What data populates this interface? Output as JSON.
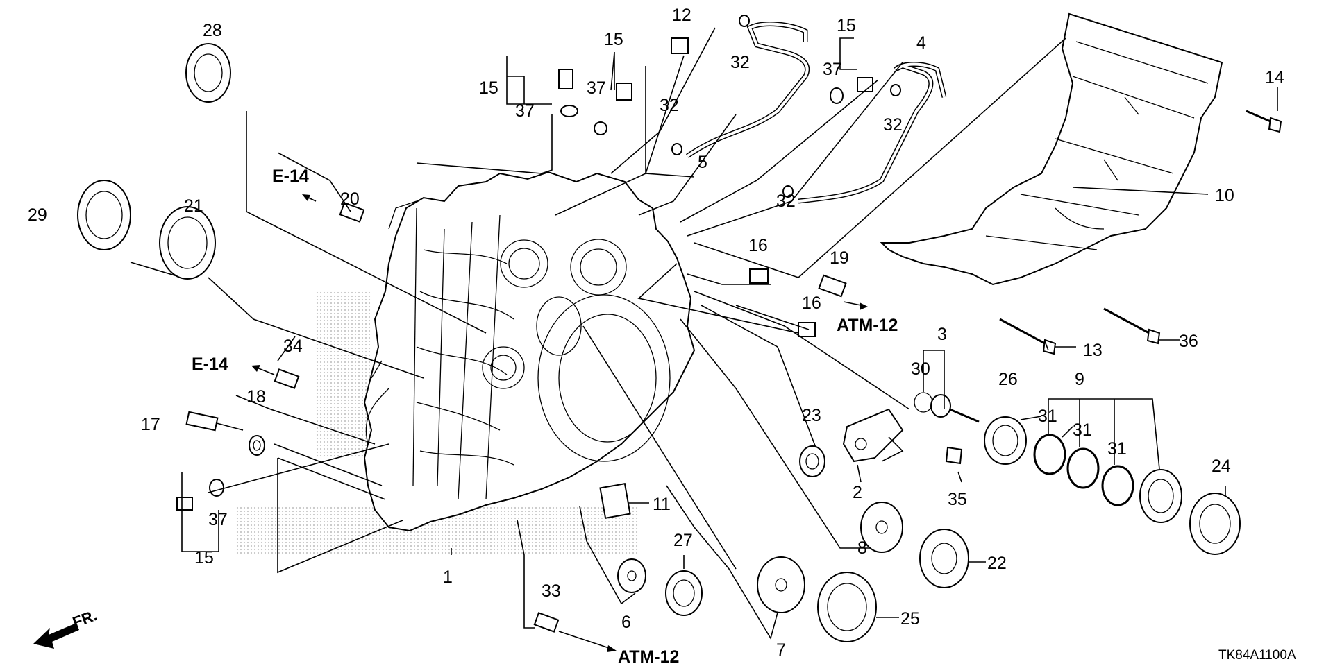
{
  "diagram_code": "TK84A1100A",
  "front_label": "FR.",
  "references": {
    "e14_top": "E-14",
    "e14_mid": "E-14",
    "atm12_right": "ATM-12",
    "atm12_bottom": "ATM-12"
  },
  "callouts": [
    {
      "id": "c1",
      "text": "1"
    },
    {
      "id": "c2",
      "text": "2"
    },
    {
      "id": "c3",
      "text": "3"
    },
    {
      "id": "c4",
      "text": "4"
    },
    {
      "id": "c5",
      "text": "5"
    },
    {
      "id": "c6",
      "text": "6"
    },
    {
      "id": "c7",
      "text": "7"
    },
    {
      "id": "c8",
      "text": "8"
    },
    {
      "id": "c9",
      "text": "9"
    },
    {
      "id": "c10",
      "text": "10"
    },
    {
      "id": "c11",
      "text": "11"
    },
    {
      "id": "c12",
      "text": "12"
    },
    {
      "id": "c13",
      "text": "13"
    },
    {
      "id": "c14",
      "text": "14"
    },
    {
      "id": "c15a",
      "text": "15"
    },
    {
      "id": "c15b",
      "text": "15"
    },
    {
      "id": "c15c",
      "text": "15"
    },
    {
      "id": "c15d",
      "text": "15"
    },
    {
      "id": "c16a",
      "text": "16"
    },
    {
      "id": "c16b",
      "text": "16"
    },
    {
      "id": "c17",
      "text": "17"
    },
    {
      "id": "c18",
      "text": "18"
    },
    {
      "id": "c19",
      "text": "19"
    },
    {
      "id": "c20",
      "text": "20"
    },
    {
      "id": "c21",
      "text": "21"
    },
    {
      "id": "c22",
      "text": "22"
    },
    {
      "id": "c23",
      "text": "23"
    },
    {
      "id": "c24",
      "text": "24"
    },
    {
      "id": "c25",
      "text": "25"
    },
    {
      "id": "c26",
      "text": "26"
    },
    {
      "id": "c27",
      "text": "27"
    },
    {
      "id": "c28",
      "text": "28"
    },
    {
      "id": "c29",
      "text": "29"
    },
    {
      "id": "c30",
      "text": "30"
    },
    {
      "id": "c31a",
      "text": "31"
    },
    {
      "id": "c31b",
      "text": "31"
    },
    {
      "id": "c31c",
      "text": "31"
    },
    {
      "id": "c32a",
      "text": "32"
    },
    {
      "id": "c32b",
      "text": "32"
    },
    {
      "id": "c32c",
      "text": "32"
    },
    {
      "id": "c32d",
      "text": "32"
    },
    {
      "id": "c33",
      "text": "33"
    },
    {
      "id": "c34",
      "text": "34"
    },
    {
      "id": "c35",
      "text": "35"
    },
    {
      "id": "c36",
      "text": "36"
    },
    {
      "id": "c37a",
      "text": "37"
    },
    {
      "id": "c37b",
      "text": "37"
    },
    {
      "id": "c37c",
      "text": "37"
    },
    {
      "id": "c37d",
      "text": "37"
    }
  ]
}
